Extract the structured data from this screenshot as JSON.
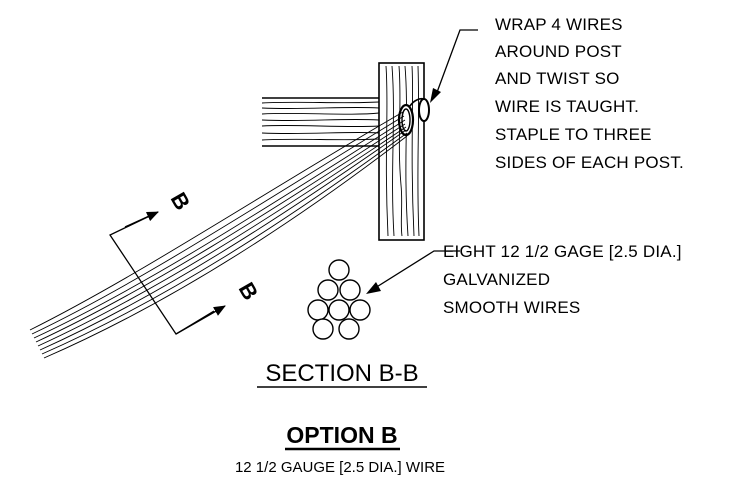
{
  "notes": {
    "wrap": [
      "WRAP 4 WIRES",
      "AROUND POST",
      "AND TWIST SO",
      "WIRE IS TAUGHT.",
      "STAPLE TO THREE",
      "SIDES OF EACH POST."
    ],
    "wire_spec": [
      "EIGHT 12 1/2 GAGE [2.5 DIA.]",
      "GALVANIZED",
      "SMOOTH WIRES"
    ]
  },
  "section": {
    "cut_letter_top": "B",
    "cut_letter_bottom": "B",
    "label": "SECTION B-B"
  },
  "option": {
    "title": "OPTION B",
    "subtitle": "12 1/2 GAUGE [2.5 DIA.] WIRE"
  }
}
